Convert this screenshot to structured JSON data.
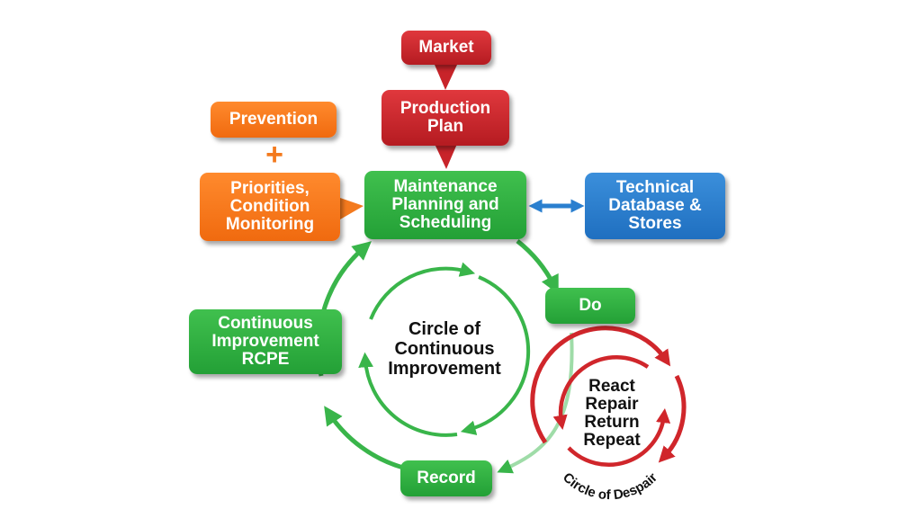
{
  "nodes": {
    "market": "Market",
    "production_plan": "Production\nPlan",
    "prevention": "Prevention",
    "priorities": "Priorities,\nCondition\nMonitoring",
    "maintenance": "Maintenance\nPlanning and\nScheduling",
    "technical": "Technical\nDatabase &\nStores",
    "continuous_improvement": "Continuous\nImprovement\nRCPE",
    "do": "Do",
    "record": "Record"
  },
  "symbols": {
    "plus": "+"
  },
  "inner_circle": {
    "label": "Circle of\nContinuous\nImprovement"
  },
  "despair_circle": {
    "label": "React\nRepair\nReturn\nRepeat",
    "caption": "Circle of Despair"
  },
  "colors": {
    "red": "#c8242a",
    "orange": "#f37a1e",
    "green": "#2eaa3e",
    "blue": "#2a7fcf",
    "arrow_green": "#39b54a",
    "despair_red": "#d0262b"
  }
}
